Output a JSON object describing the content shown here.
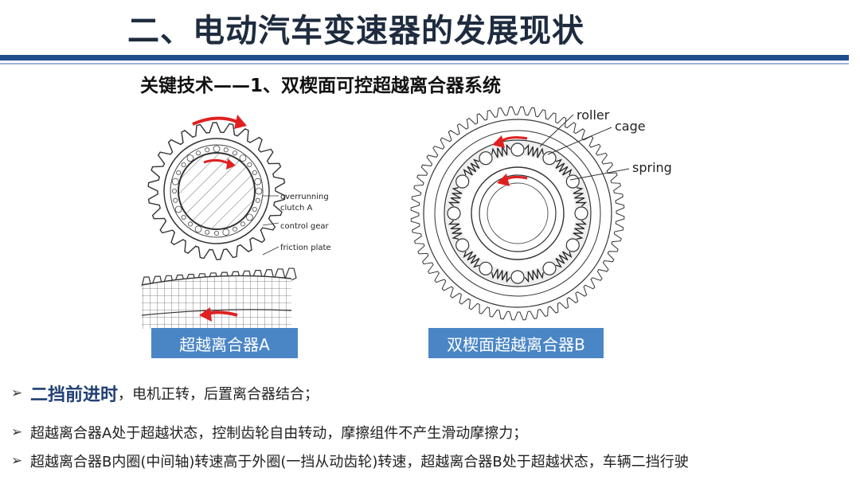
{
  "slide": {
    "title": "二、电动汽车变速器的发展现状",
    "subtitle": "关键技术——1、双楔面可控超越离合器系统"
  },
  "figure_a": {
    "labels": {
      "overrunning": "overrunning",
      "clutch": "clutch A",
      "control_gear": "control gear",
      "friction_plate": "friction plate"
    },
    "caption": "超越离合器A"
  },
  "figure_b": {
    "labels": {
      "roller": "roller",
      "cage": "cage",
      "spring": "spring"
    },
    "caption": "双楔面超越离合器B"
  },
  "bullets": [
    {
      "arrow": "➢",
      "strong": "二挡前进时",
      "text": "，电机正转，后置离合器结合；"
    },
    {
      "arrow": "➢",
      "text": "超越离合器A处于超越状态，控制齿轮自由转动，摩擦组件不产生滑动摩擦力；"
    },
    {
      "arrow": "➢",
      "text": "超越离合器B内圈(中间轴)转速高于外圈(一挡从动齿轮)转速，超越离合器B处于超越状态，车辆二挡行驶"
    }
  ],
  "colors": {
    "accent": "#1f4e8c",
    "caption_bg": "#4a86c6",
    "arrow": "#e02020"
  }
}
